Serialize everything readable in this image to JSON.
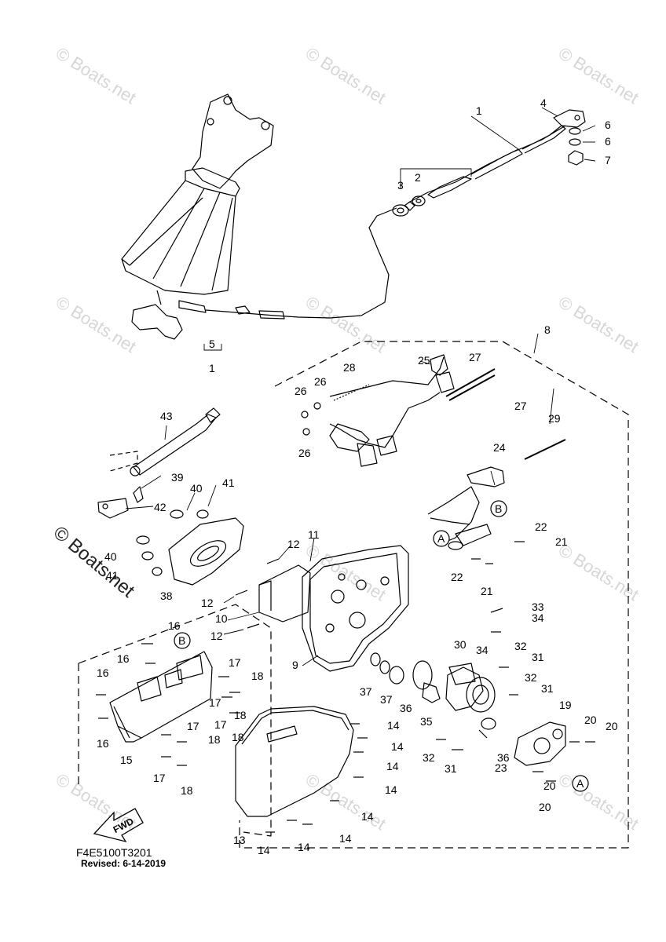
{
  "diagram": {
    "watermark_text": "© Boats.net",
    "drawing_code": "F4E5100T3201",
    "revised": "Revised: 6-14-2019",
    "fwd_label": "FWD",
    "callout_a": "A",
    "callout_b": "B",
    "callouts": [
      "1",
      "2",
      "3",
      "4",
      "5",
      "6",
      "7",
      "8",
      "9",
      "10",
      "11",
      "12",
      "13",
      "14",
      "15",
      "16",
      "17",
      "18",
      "19",
      "20",
      "21",
      "22",
      "23",
      "24",
      "25",
      "26",
      "27",
      "28",
      "29",
      "30",
      "31",
      "32",
      "33",
      "34",
      "35",
      "36",
      "37",
      "38",
      "39",
      "40",
      "41",
      "42",
      "43"
    ]
  }
}
